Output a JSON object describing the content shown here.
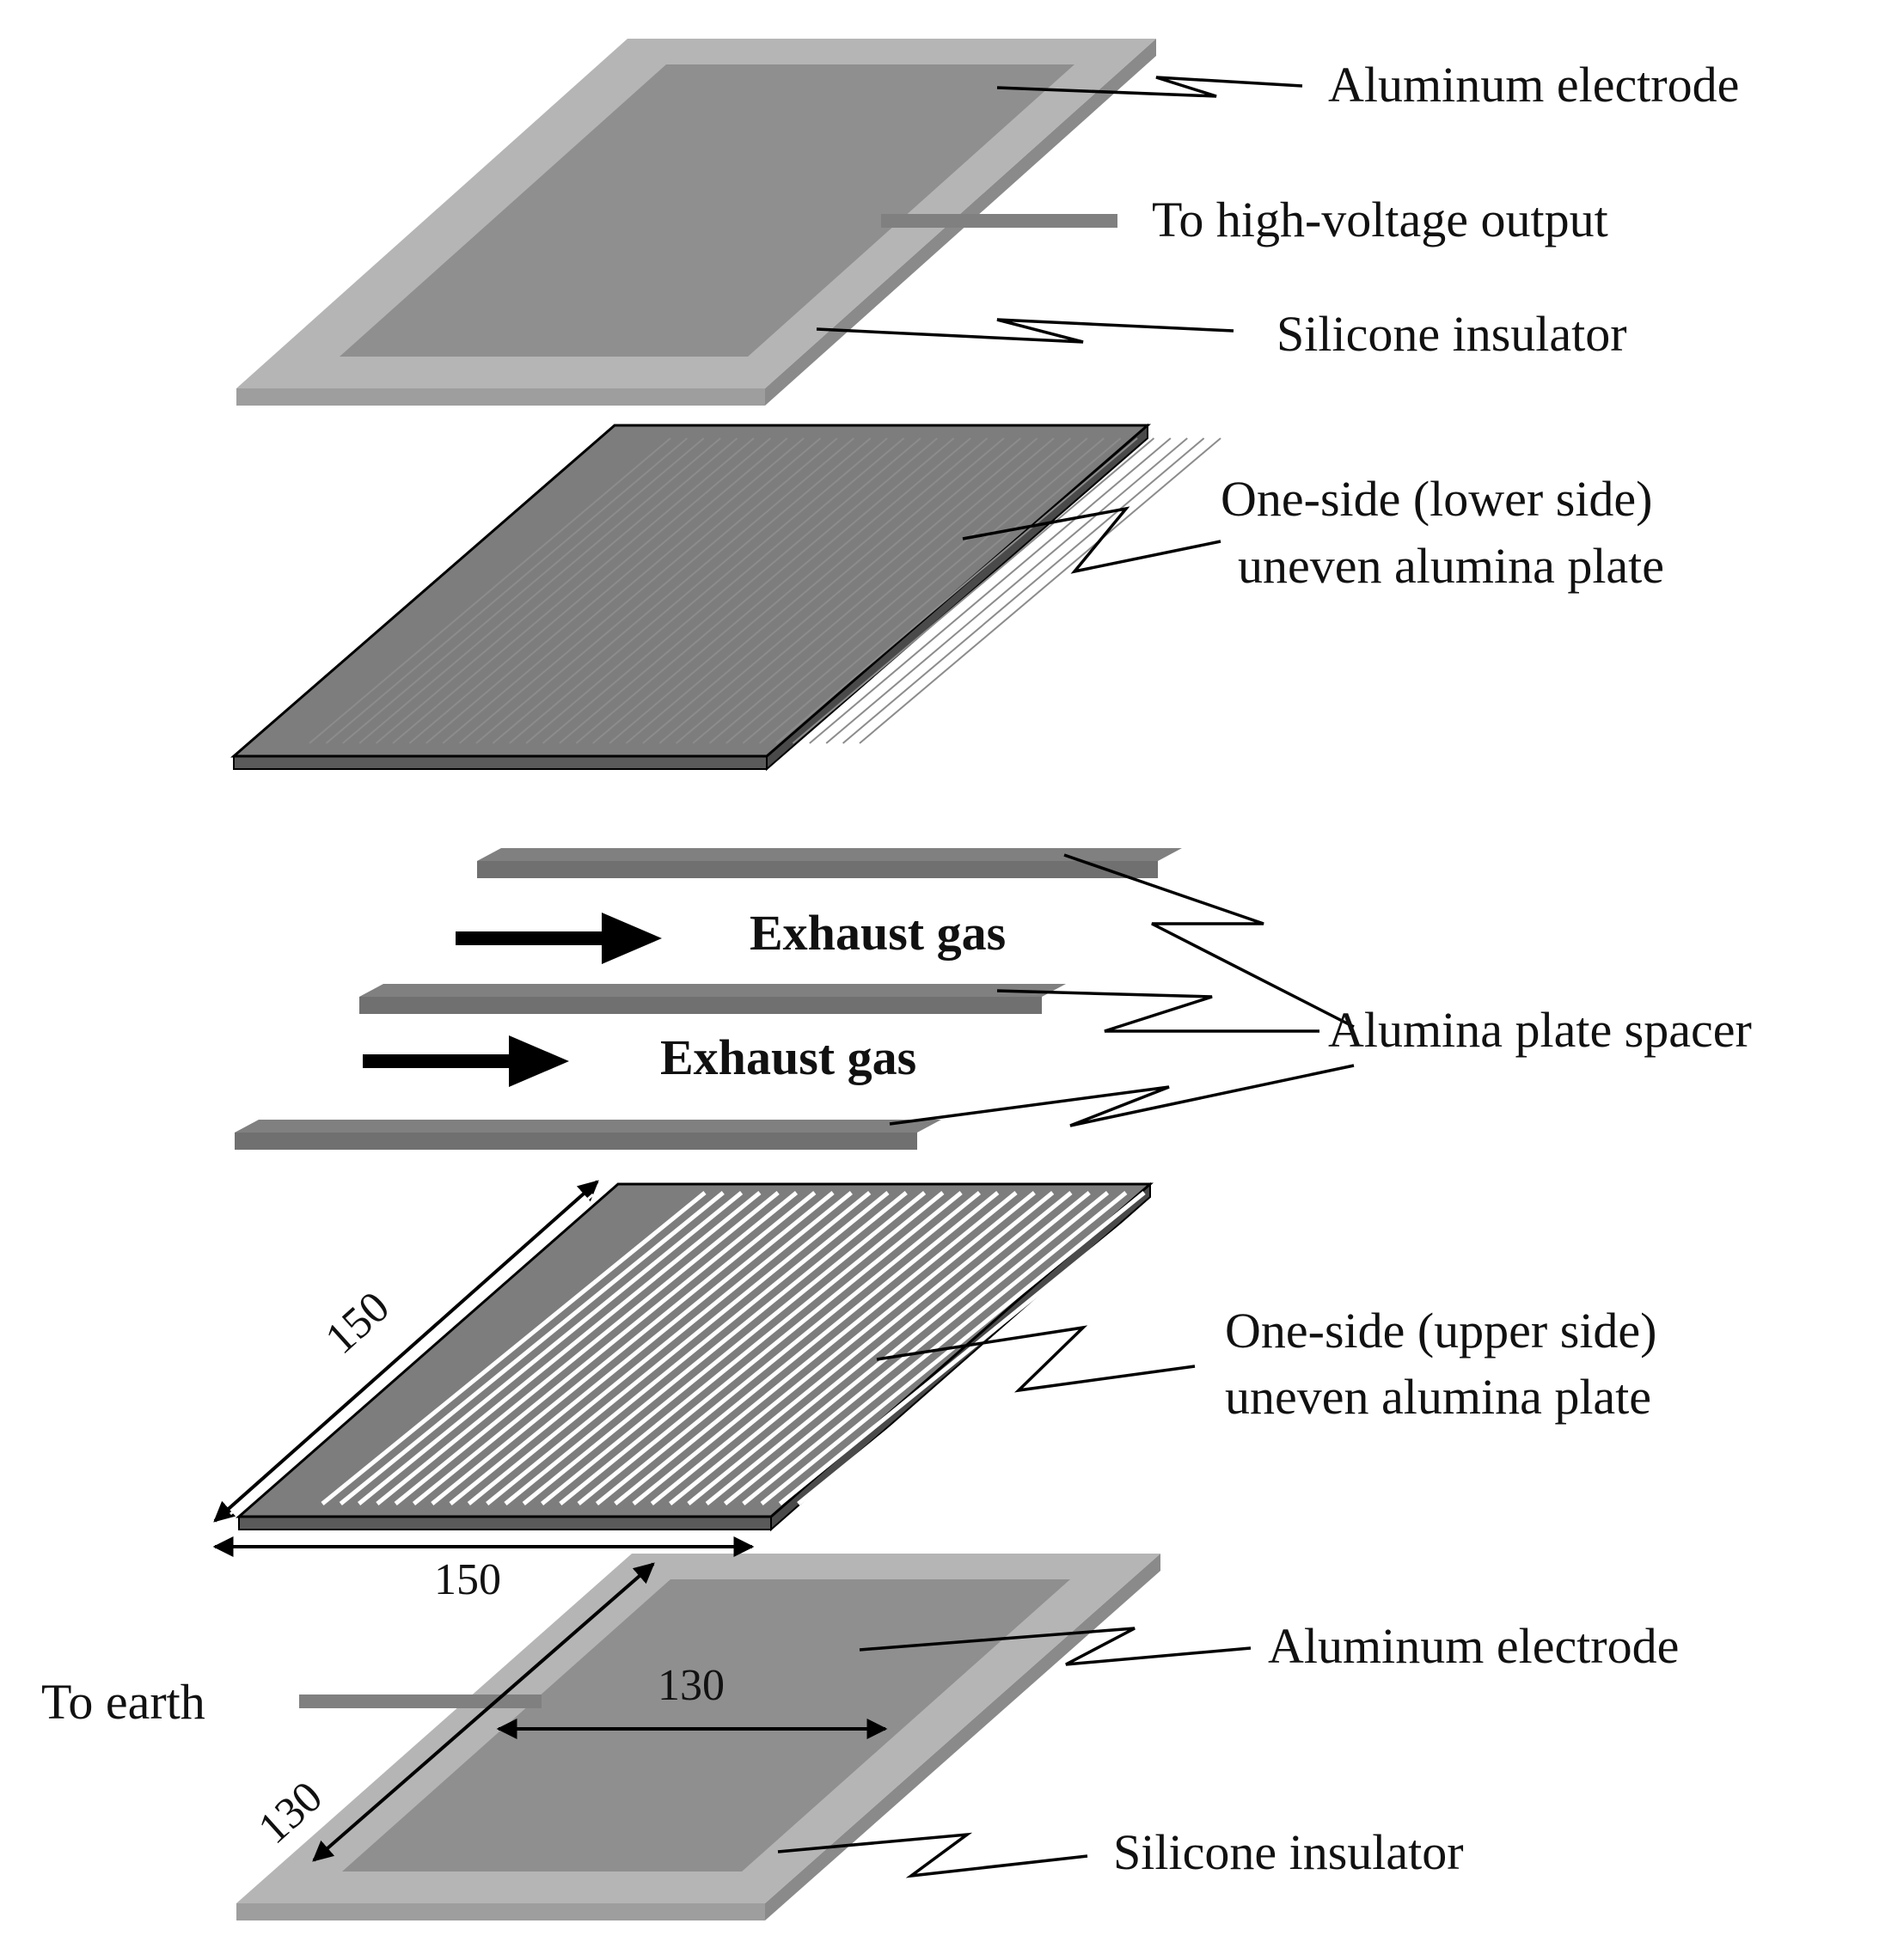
{
  "labels": {
    "top_electrode": "Aluminum electrode",
    "high_voltage": "To high-voltage output",
    "top_insulator": "Silicone insulator",
    "lower_plate_line1": "One-side (lower side)",
    "lower_plate_line2": "uneven alumina plate",
    "exhaust_gas_1": "Exhaust gas",
    "exhaust_gas_2": "Exhaust gas",
    "spacer": "Alumina plate spacer",
    "upper_plate_line1": "One-side (upper side)",
    "upper_plate_line2": "uneven alumina plate",
    "bottom_electrode": "Aluminum electrode",
    "to_earth": "To earth",
    "bottom_insulator": "Silicone insulator"
  },
  "dimensions": {
    "plate_depth": "150",
    "plate_width": "150",
    "electrode_depth": "130",
    "electrode_width": "130"
  },
  "colors": {
    "insulator": "#b5b5b5",
    "electrode": "#8f8f8f",
    "plate_top": "#7d7d7d",
    "plate_edge": "#5a5a5a",
    "spacer": "#808080",
    "groove": "#ffffff"
  }
}
